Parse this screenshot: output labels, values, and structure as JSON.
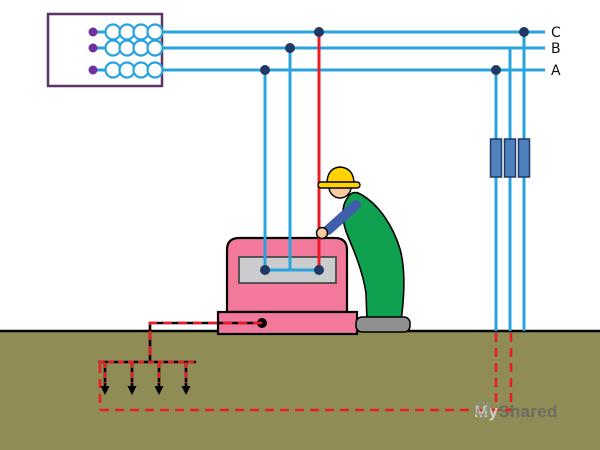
{
  "labels": {
    "phase_c": "C",
    "phase_b": "B",
    "phase_a": "A"
  },
  "watermark": {
    "prefix": "My",
    "suffix": "Shared"
  },
  "icons": {
    "logo": "myshared-logo-icon",
    "earth_electrode": "down-arrow-icon"
  },
  "colors": {
    "phase_line_blue": "#29A3DE",
    "fault_line_red": "#ED1C24",
    "pe_dashed_red": "#ED1C24",
    "earth_wire_black": "#000000",
    "ground_soil_olive": "#8F8C55",
    "transformer_outline_purple": "#5C3566",
    "terminal_dot_purple": "#7030A0",
    "connection_dot_navy": "#1F3864",
    "fuse_blue": "#4F81BD",
    "machine_pink": "#F2799C",
    "machine_slot_gray": "#CBCCCE",
    "worker_suit_green": "#0FA14F",
    "worker_sleeve_blue": "#3F5FAE",
    "helmet_yellow": "#FFD200",
    "skin": "#F8CB9C",
    "boot_gray": "#909090"
  }
}
